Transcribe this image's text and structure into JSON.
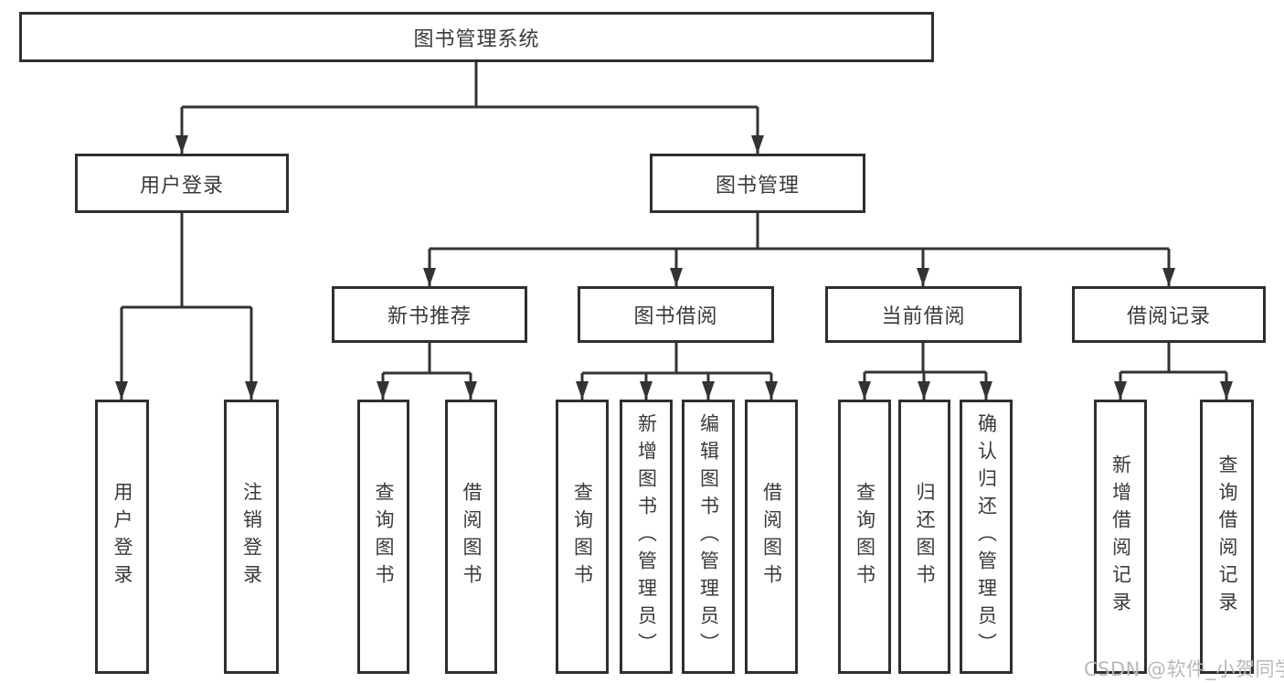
{
  "diagram": {
    "type": "hierarchy-tree",
    "tree": {
      "label": "图书管理系统",
      "children": [
        {
          "label": "用户登录",
          "children": [
            {
              "label": "用户登录"
            },
            {
              "label": "注销登录"
            }
          ]
        },
        {
          "label": "图书管理",
          "children": [
            {
              "label": "新书推荐",
              "children": [
                {
                  "label": "查询图书"
                },
                {
                  "label": "借阅图书"
                }
              ]
            },
            {
              "label": "图书借阅",
              "children": [
                {
                  "label": "查询图书"
                },
                {
                  "label": "新增图书（管理员）"
                },
                {
                  "label": "编辑图书（管理员）"
                },
                {
                  "label": "借阅图书"
                }
              ]
            },
            {
              "label": "当前借阅",
              "children": [
                {
                  "label": "查询图书"
                },
                {
                  "label": "归还图书"
                },
                {
                  "label": "确认归还（管理员）"
                }
              ]
            },
            {
              "label": "借阅记录",
              "children": [
                {
                  "label": "新增借阅记录"
                },
                {
                  "label": "查询借阅记录"
                }
              ]
            }
          ]
        }
      ]
    },
    "colors": {
      "line": "#333333",
      "box_border": "#2f2f2f",
      "text": "#3a3a3a",
      "background": "#ffffff",
      "watermark": "#b9b9b9"
    }
  },
  "watermark": {
    "text": "CSDN @软件_小贺同学"
  }
}
